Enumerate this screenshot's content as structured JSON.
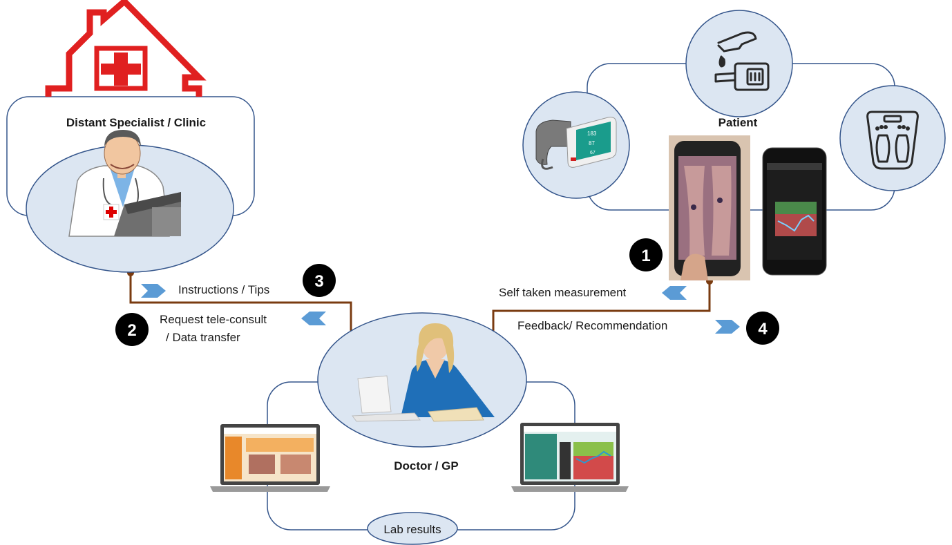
{
  "nodes": {
    "specialist": {
      "label": "Distant Specialist / Clinic"
    },
    "patient": {
      "label": "Patient"
    },
    "doctor": {
      "label": "Doctor / GP"
    },
    "lab": {
      "label": "Lab results"
    }
  },
  "flows": {
    "instructions": {
      "label": "Instructions / Tips",
      "step": "3"
    },
    "request": {
      "line1": "Request tele-consult",
      "line2": "/ Data transfer",
      "step": "2"
    },
    "self_measure": {
      "label": "Self taken  measurement",
      "step": "1"
    },
    "feedback": {
      "label": "Feedback/ Recommendation",
      "step": "4"
    }
  },
  "colors": {
    "ellipse_fill": "#dce6f2",
    "ellipse_stroke": "#34558b",
    "connector": "#7a3b10",
    "arrow": "#5b9bd5",
    "badge": "#000000",
    "house_red": "#e02020",
    "bp_monitor_teal": "#1a9c8c"
  },
  "icons": [
    "house-clinic-icon",
    "doctor-illustration",
    "glucose-meter-icon",
    "blood-pressure-monitor-icon",
    "weighing-scale-icon",
    "smartphone-photo",
    "smartphone-chart",
    "laptop-orange",
    "laptop-chart",
    "gp-photo"
  ]
}
